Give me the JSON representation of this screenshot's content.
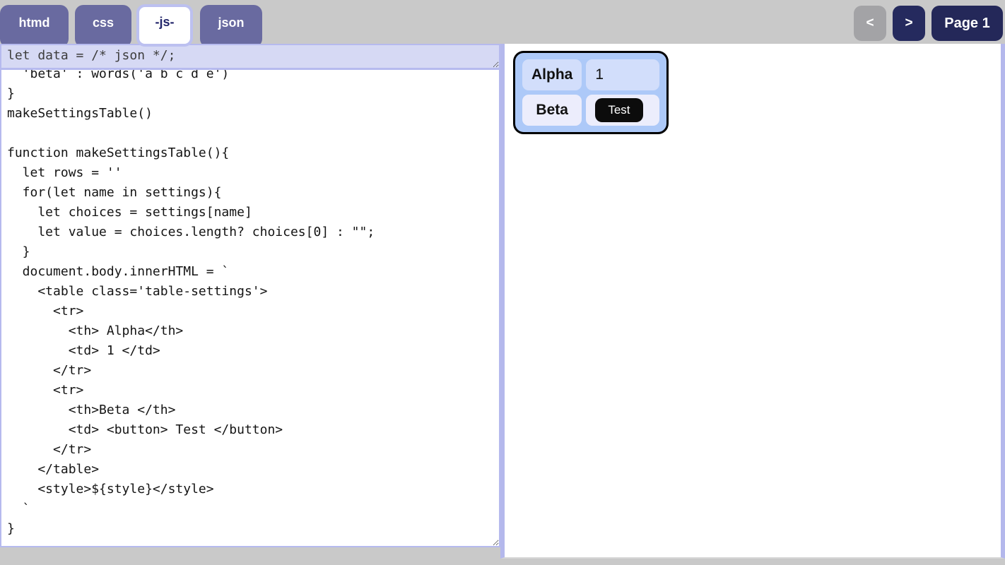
{
  "tabs": {
    "items": [
      {
        "label": "htmd",
        "active": false
      },
      {
        "label": "css",
        "active": false
      },
      {
        "label": "-js-",
        "active": true
      },
      {
        "label": "json",
        "active": false
      }
    ]
  },
  "pager": {
    "prev": "<",
    "next": ">",
    "page": "Page 1"
  },
  "editor": {
    "data_line": "let data = /* json */;",
    "code": "  'beta' : words('a b c d e')\n}\nmakeSettingsTable()\n\nfunction makeSettingsTable(){\n  let rows = ''\n  for(let name in settings){\n    let choices = settings[name]\n    let value = choices.length? choices[0] : \"\";\n  }\n  document.body.innerHTML = `\n    <table class='table-settings'>\n      <tr>\n        <th> Alpha</th>\n        <td> 1 </td>\n      </tr>\n      <tr>\n        <th>Beta </th>\n        <td> <button> Test </button>\n      </tr>\n    </table>\n    <style>${style}</style>\n  `\n}"
  },
  "preview": {
    "table": {
      "rows": [
        {
          "header": "Alpha",
          "value": "1",
          "value_type": "text"
        },
        {
          "header": "Beta",
          "value": "Test",
          "value_type": "button"
        }
      ]
    }
  },
  "colors": {
    "page_background": "#c9c9c9",
    "tab_inactive": "#696aa0",
    "tab_active_text": "#23266b",
    "tab_active_border": "#bcc0f0",
    "nav_navy": "#252a5e",
    "nav_gray": "#a3a3a6",
    "editor_data_bg": "#d6d9f4",
    "editor_border": "#b6baee",
    "preview_border": "#b4b8ec",
    "card_bg": "#adc9f8",
    "card_border": "#000000",
    "row_odd_bg": "#d2defb",
    "row_even_bg": "#ecedfc",
    "test_button_bg": "#0c0c0c"
  }
}
